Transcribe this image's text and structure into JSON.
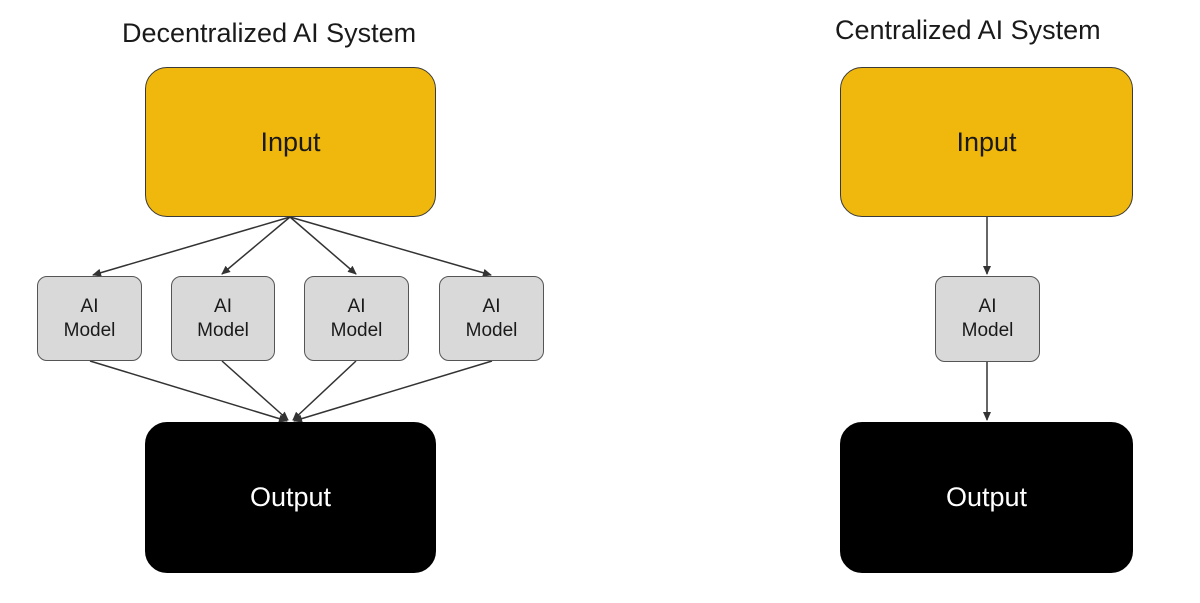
{
  "decentralized": {
    "title": "Decentralized AI System",
    "input_label": "Input",
    "models": [
      {
        "line1": "AI",
        "line2": "Model"
      },
      {
        "line1": "AI",
        "line2": "Model"
      },
      {
        "line1": "AI",
        "line2": "Model"
      },
      {
        "line1": "AI",
        "line2": "Model"
      }
    ],
    "output_label": "Output"
  },
  "centralized": {
    "title": "Centralized AI System",
    "input_label": "Input",
    "model": {
      "line1": "AI",
      "line2": "Model"
    },
    "output_label": "Output"
  },
  "colors": {
    "input_fill": "#f0b70c",
    "model_fill": "#d9d9d9",
    "output_fill": "#000000",
    "arrow": "#333333"
  }
}
